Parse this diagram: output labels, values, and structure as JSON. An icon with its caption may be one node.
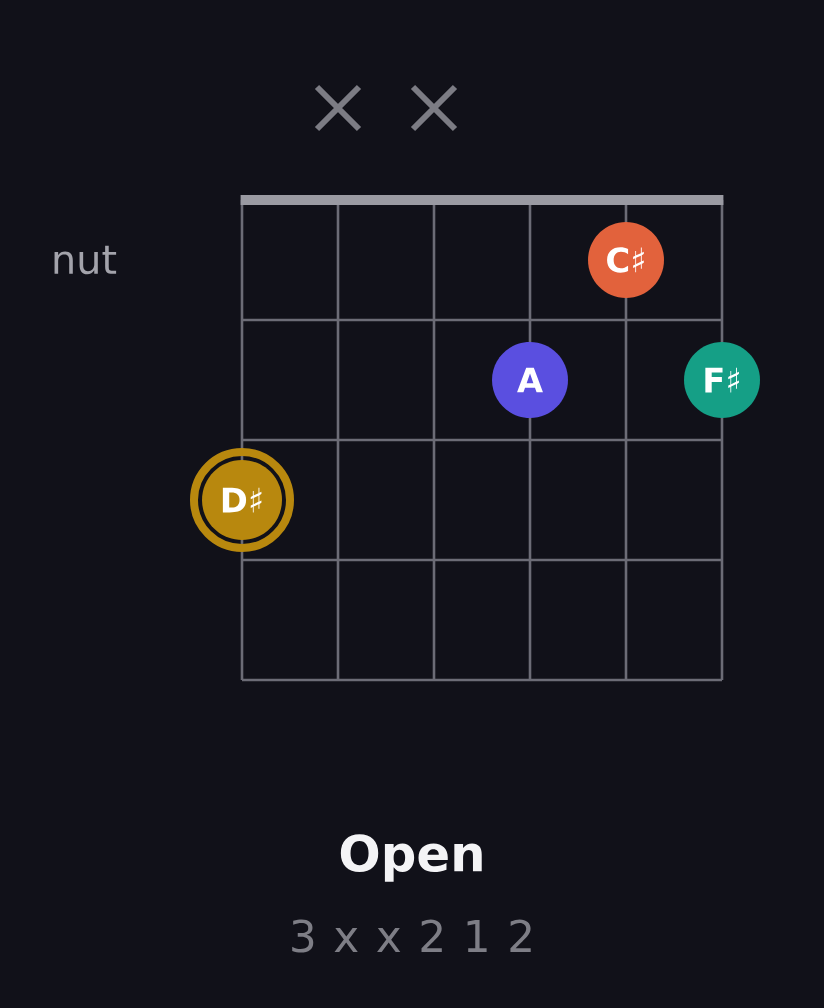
{
  "diagram": {
    "title": "Open",
    "caption": "3 x x 2 1 2",
    "nodes": [
      {
        "text": [
          "C♯"
        ]
      },
      {
        "text": [
          "A"
        ]
      },
      {
        "text": [
          "F♯"
        ]
      },
      {
        "text": [
          "D♯"
        ]
      }
    ],
    "labels": [
      "nut"
    ]
  }
}
